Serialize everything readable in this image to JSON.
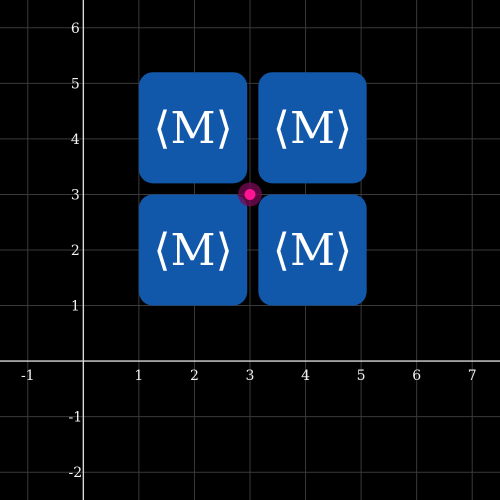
{
  "axes": {
    "x_range": [
      -1.5,
      7.5
    ],
    "y_range": [
      -2.5,
      6.5
    ],
    "x_ticks": [
      -1,
      1,
      2,
      3,
      4,
      5,
      6,
      7
    ],
    "y_ticks": [
      -2,
      -1,
      1,
      2,
      3,
      4,
      5,
      6
    ],
    "grid": true
  },
  "tiles": [
    {
      "label": "⟨M⟩",
      "x_min": 1,
      "x_max": 2.95,
      "y_min": 3.2,
      "y_max": 5.2
    },
    {
      "label": "⟨M⟩",
      "x_min": 3.15,
      "x_max": 5.1,
      "y_min": 3.2,
      "y_max": 5.2
    },
    {
      "label": "⟨M⟩",
      "x_min": 1,
      "x_max": 2.95,
      "y_min": 1,
      "y_max": 3
    },
    {
      "label": "⟨M⟩",
      "x_min": 3.15,
      "x_max": 5.1,
      "y_min": 1,
      "y_max": 3
    }
  ],
  "point": {
    "x": 3,
    "y": 3
  },
  "colors": {
    "tile": "#1258aa",
    "point": "#ff1493",
    "point_glow": "#7a0a55"
  }
}
